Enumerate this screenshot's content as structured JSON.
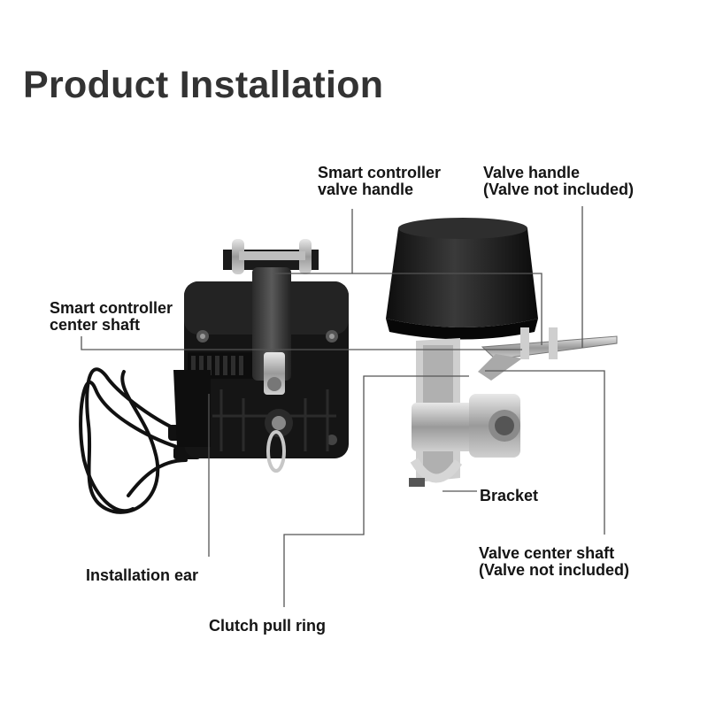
{
  "title": "Product Installation",
  "labels": {
    "controller_handle": [
      "Smart controller",
      "valve handle"
    ],
    "valve_handle": [
      "Valve handle",
      "(Valve not included)"
    ],
    "center_shaft": [
      "Smart controller",
      "center shaft"
    ],
    "bracket": "Bracket",
    "valve_center_shaft": [
      "Valve center shaft",
      "(Valve not included)"
    ],
    "installation_ear": "Installation ear",
    "clutch_pull_ring": "Clutch pull ring"
  },
  "colors": {
    "leader_line": "#555555",
    "device_body": "#1b1b1b",
    "metal": "#b9b9b9"
  }
}
